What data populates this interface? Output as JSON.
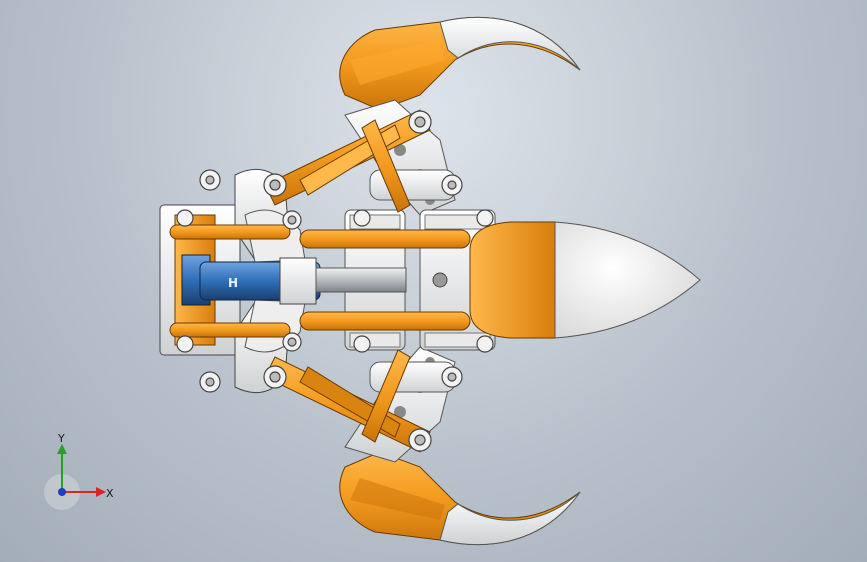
{
  "model": {
    "cylinder_label": "H"
  },
  "triad": {
    "x_label": "X",
    "y_label": "Y"
  },
  "colors": {
    "orange": "#f39a1e",
    "orange_dark": "#c06d06",
    "white_part": "#f4f4f2",
    "cylinder_blue": "#2f6fb8",
    "background_top": "#dde3ea",
    "background_bottom": "#a3adb8"
  }
}
